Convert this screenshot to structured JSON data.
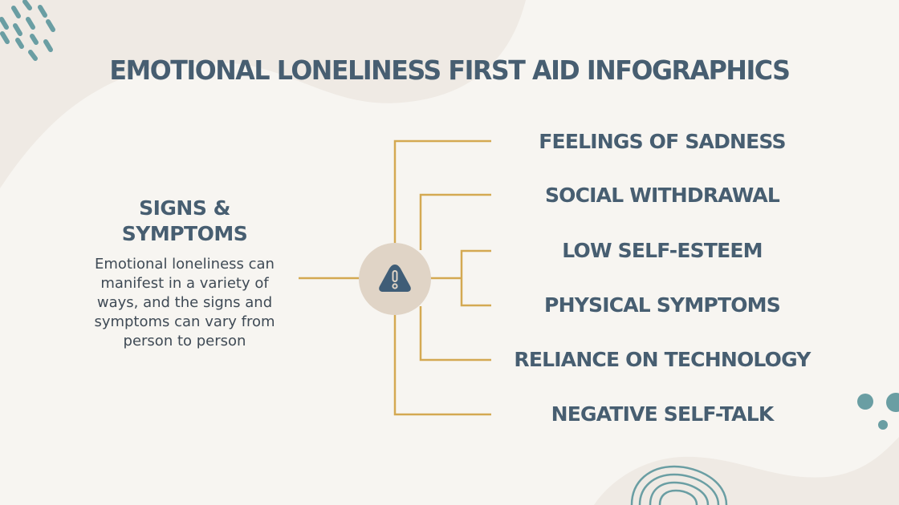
{
  "title": "EMOTIONAL LONELINESS FIRST AID INFOGRAPHICS",
  "left": {
    "heading_line1": "SIGNS &",
    "heading_line2": "SYMPTOMS",
    "description_lines": [
      "Emotional loneliness can",
      "manifest in a variety of",
      "ways, and the signs and",
      "symptoms can vary from",
      "person to person"
    ]
  },
  "center_icon": "warning-triangle-icon",
  "items": [
    {
      "label": "FEELINGS OF SADNESS"
    },
    {
      "label": "SOCIAL WITHDRAWAL"
    },
    {
      "label": "LOW SELF-ESTEEM"
    },
    {
      "label": "PHYSICAL SYMPTOMS"
    },
    {
      "label": "RELIANCE ON TECHNOLOGY"
    },
    {
      "label": "NEGATIVE SELF-TALK"
    }
  ],
  "colors": {
    "background": "#f7f5f1",
    "blob": "#efeae4",
    "text": "#475e71",
    "connector": "#d4a952",
    "hub": "#e0d4c6",
    "accent_teal": "#6a9ea3"
  }
}
